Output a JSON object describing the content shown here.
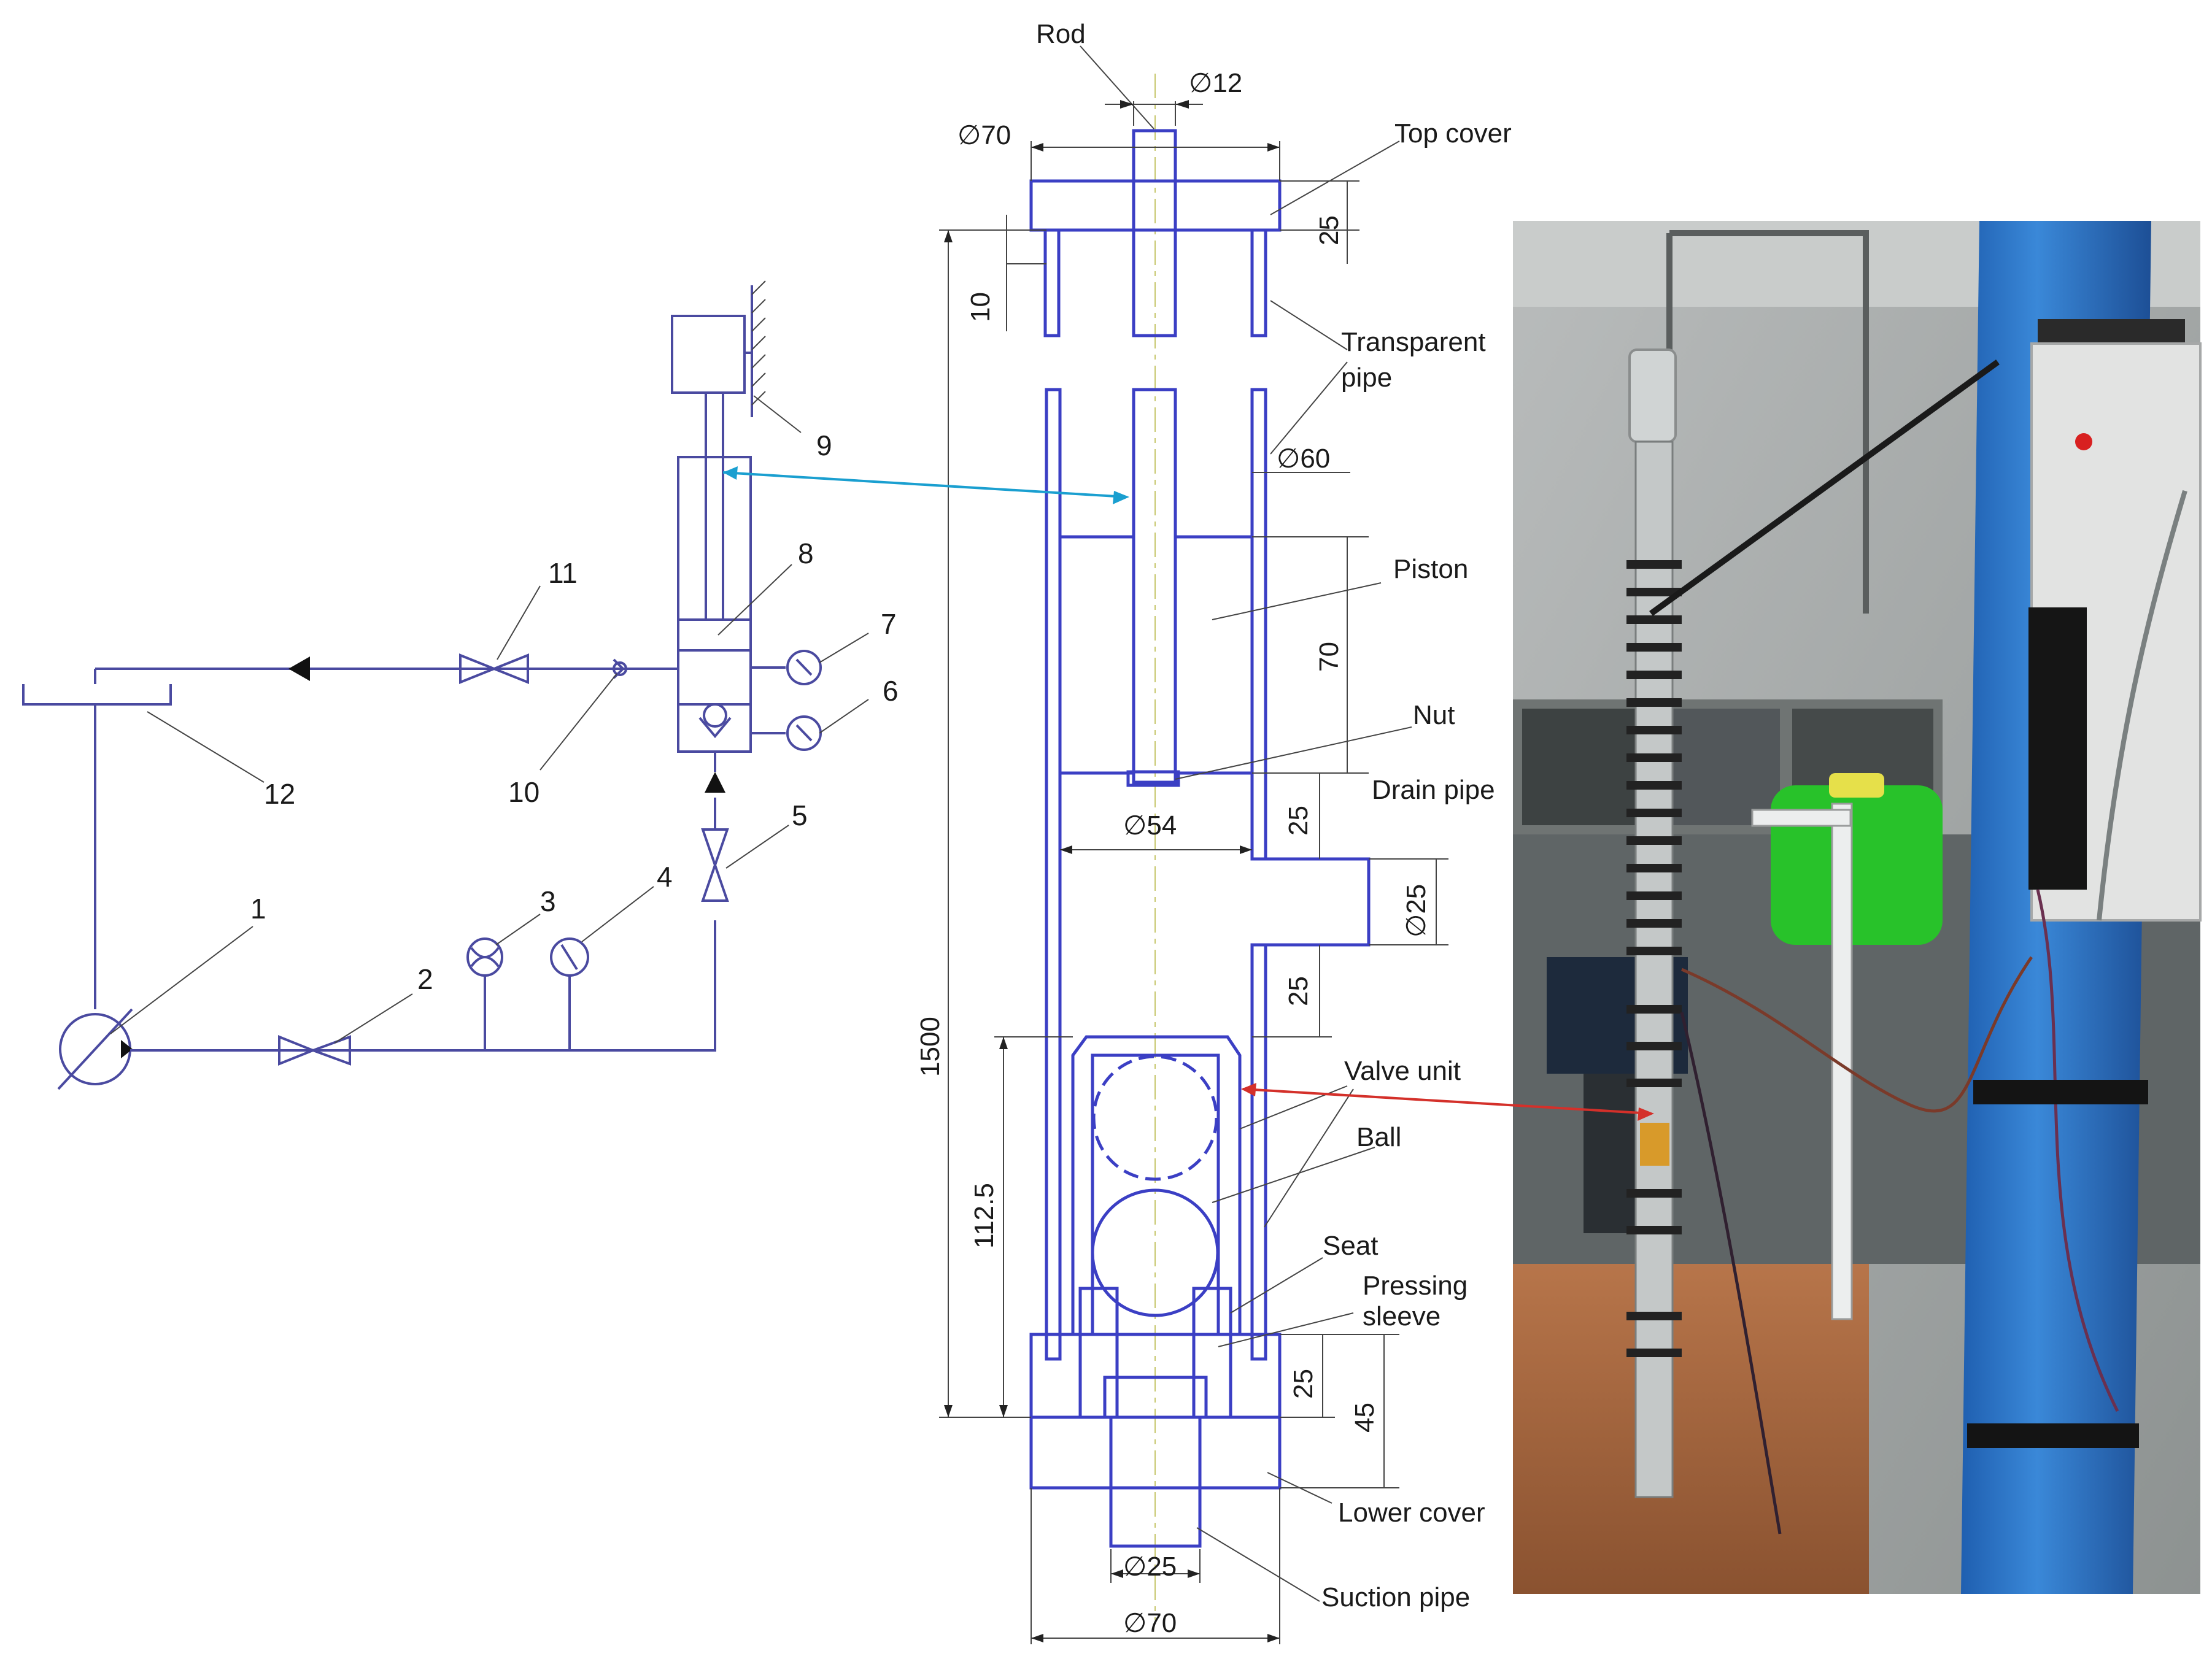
{
  "schematic": {
    "numbers": [
      "1",
      "2",
      "3",
      "4",
      "5",
      "6",
      "7",
      "8",
      "9",
      "10",
      "11",
      "12"
    ]
  },
  "drawing": {
    "labels": {
      "rod": "Rod",
      "top_cover": "Top cover",
      "transparent_pipe_line1": "Transparent",
      "transparent_pipe_line2": "pipe",
      "piston": "Piston",
      "nut": "Nut",
      "drain_pipe": "Drain pipe",
      "valve_unit": "Valve unit",
      "ball": "Ball",
      "seat": "Seat",
      "pressing_sleeve_line1": "Pressing",
      "pressing_sleeve_line2": "sleeve",
      "lower_cover": "Lower cover",
      "suction_pipe": "Suction pipe"
    },
    "dimensions": {
      "rod_dia": "∅12",
      "top_dia": "∅70",
      "top_cover_h": "25",
      "top_h": "10",
      "pipe_dia": "∅60",
      "piston_h": "70",
      "piston_dia": "∅54",
      "drain_gap_top": "25",
      "drain_dia": "∅25",
      "drain_gap_bottom": "25",
      "total_len": "1500",
      "valve_len": "112.5",
      "sleeve_h": "25",
      "lower_h": "45",
      "suction_dia": "∅25",
      "bottom_dia": "∅70"
    }
  },
  "colors": {
    "drawing_line": "#3b3fc4",
    "blue_arrow": "#1a9fd0",
    "red_arrow": "#d4302a"
  }
}
